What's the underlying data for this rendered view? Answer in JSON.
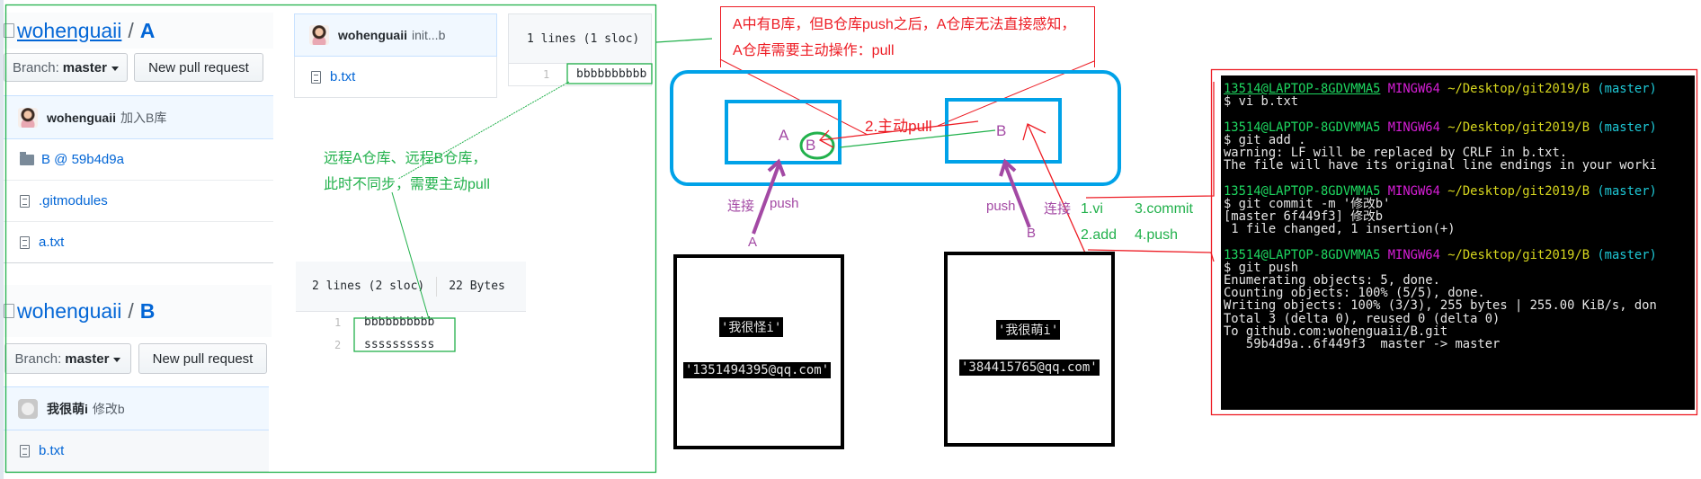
{
  "repo_a": {
    "owner": "wohenguaii",
    "repo": "A",
    "branch_label": "Branch:",
    "branch": "master",
    "new_pr": "New pull request",
    "commit": {
      "author": "wohenguaii",
      "message": "加入B库"
    },
    "files": [
      {
        "icon": "folder-icon",
        "name": "B @ 59b4d9a"
      },
      {
        "icon": "file-icon",
        "name": ".gitmodules"
      },
      {
        "icon": "file-icon",
        "name": "a.txt"
      }
    ]
  },
  "submodule_b_in_a": {
    "commit": {
      "author": "wohenguaii",
      "message": "init...b"
    },
    "file": "b.txt",
    "blob_info": "1 lines (1 sloc)",
    "lines": [
      {
        "no": "1",
        "text": "bbbbbbbbbb"
      }
    ]
  },
  "repo_b": {
    "owner": "wohenguaii",
    "repo": "B",
    "branch_label": "Branch:",
    "branch": "master",
    "new_pr": "New pull request",
    "commit": {
      "author": "我很萌i",
      "message": "修改b"
    },
    "files": [
      {
        "icon": "file-icon",
        "name": "b.txt"
      }
    ],
    "blob_info": "2 lines (2 sloc)",
    "blob_size": "22 Bytes",
    "lines": [
      {
        "no": "1",
        "text": "bbbbbbbbbb"
      },
      {
        "no": "2",
        "text": "ssssssssss"
      }
    ]
  },
  "annotations": {
    "green_note": [
      "远程A仓库、远程B仓库，",
      "此时不同步，需要主动pull"
    ],
    "red_note": [
      "A中有B库，但B仓库push之后，A仓库无法直接感知，",
      "A仓库需要主动操作：pull"
    ],
    "pull_label": "2.主动pull",
    "steps": {
      "s1": "1.vi",
      "s2": "2.add",
      "s3": "3.commit",
      "s4": "4.push"
    }
  },
  "diagram": {
    "remote_a": {
      "label": "A",
      "inner": "B"
    },
    "remote_b": {
      "label": "B"
    },
    "left_arrow": {
      "connect": "连接",
      "push": "push",
      "client": "A"
    },
    "right_arrow": {
      "connect": "连接",
      "push": "push",
      "client": "B"
    },
    "client_a": {
      "name": "'我很怪i'",
      "email": "'1351494395@qq.com'"
    },
    "client_b": {
      "name": "'我很萌i'",
      "email": "'384415765@qq.com'"
    }
  },
  "terminal": {
    "prompt": {
      "user": "13514@LAPTOP-8GDVMMA5",
      "sys": "MINGW64",
      "path": "~/Desktop/git2019/B",
      "branch": "(master)"
    },
    "blocks": [
      {
        "cmd": "$ vi b.txt",
        "output": []
      },
      {
        "cmd": "$ git add .",
        "output": [
          "warning: LF will be replaced by CRLF in b.txt.",
          "The file will have its original line endings in your worki"
        ]
      },
      {
        "cmd": "$ git commit -m '修改b'",
        "output": [
          "[master 6f449f3] 修改b",
          " 1 file changed, 1 insertion(+)"
        ]
      },
      {
        "cmd": "$ git push",
        "output": [
          "Enumerating objects: 5, done.",
          "Counting objects: 100% (5/5), done.",
          "Writing objects: 100% (3/3), 255 bytes | 255.00 KiB/s, don",
          "Total 3 (delta 0), reused 0 (delta 0)",
          "To github.com:wohenguaii/B.git",
          "   59b4d9a..6f449f3  master -> master"
        ]
      }
    ]
  },
  "colors": {
    "green": "#22b14c",
    "red": "#ed1c24",
    "blue": "#00a2e8",
    "purple": "#a349a4",
    "link": "#0366d6"
  }
}
